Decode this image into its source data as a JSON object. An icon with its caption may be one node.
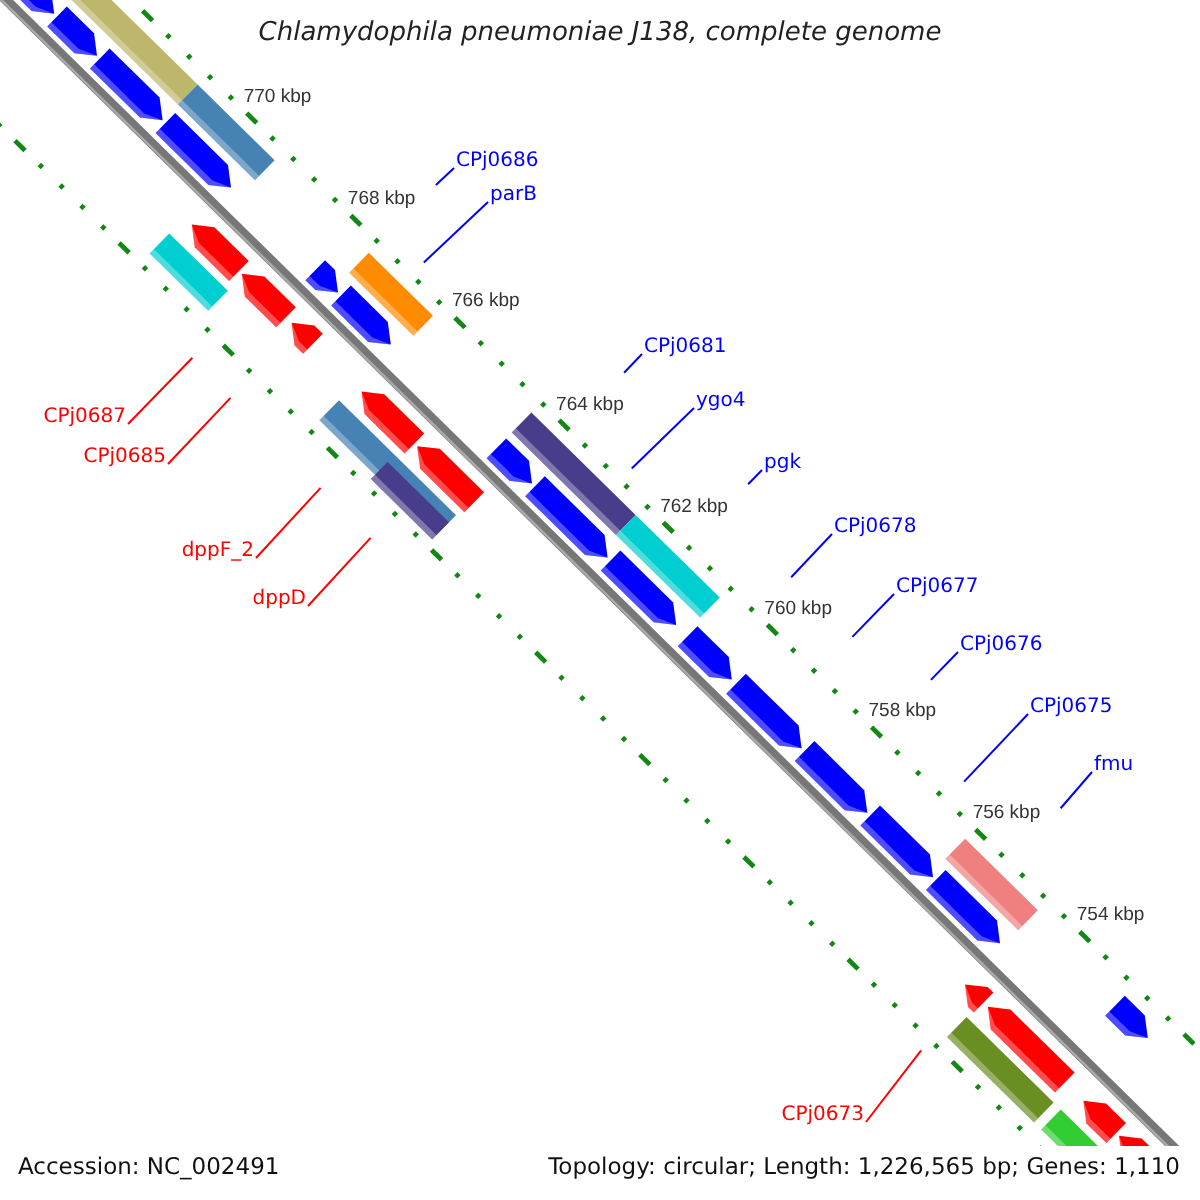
{
  "diagram": {
    "title": "Chlamydophila pneumoniae J138, complete genome",
    "nodes": [
      {
        "text": [
          "CPj0686"
        ]
      },
      {
        "text": [
          "parB"
        ]
      },
      {
        "text": [
          "CPj0681"
        ]
      },
      {
        "text": [
          "ygo4"
        ]
      },
      {
        "text": [
          "pgk"
        ]
      },
      {
        "text": [
          "CPj0678"
        ]
      },
      {
        "text": [
          "CPj0677"
        ]
      },
      {
        "text": [
          "CPj0676"
        ]
      },
      {
        "text": [
          "CPj0675"
        ]
      },
      {
        "text": [
          "fmu"
        ]
      },
      {
        "text": [
          "CPj0687"
        ]
      },
      {
        "text": [
          "CPj0685"
        ]
      },
      {
        "text": [
          "dppF_2"
        ]
      },
      {
        "text": [
          "dppD"
        ]
      },
      {
        "text": [
          "CPj0673"
        ]
      }
    ],
    "edges": [
      {
        "from": 0,
        "to": null,
        "arrow": "none"
      },
      {
        "from": 1,
        "to": null,
        "arrow": "none"
      },
      {
        "from": 2,
        "to": null,
        "arrow": "none"
      },
      {
        "from": 3,
        "to": null,
        "arrow": "none"
      },
      {
        "from": 4,
        "to": null,
        "arrow": "none"
      },
      {
        "from": 5,
        "to": null,
        "arrow": "none"
      },
      {
        "from": 6,
        "to": null,
        "arrow": "none"
      },
      {
        "from": 7,
        "to": null,
        "arrow": "none"
      },
      {
        "from": 8,
        "to": null,
        "arrow": "none"
      },
      {
        "from": 9,
        "to": null,
        "arrow": "none"
      },
      {
        "from": 10,
        "to": null,
        "arrow": "none",
        "color": "#ff0000"
      },
      {
        "from": 11,
        "to": null,
        "arrow": "none",
        "color": "#ff0000"
      },
      {
        "from": 12,
        "to": null,
        "arrow": "none",
        "color": "#ff0000"
      },
      {
        "from": 13,
        "to": null,
        "arrow": "none",
        "color": "#ff0000"
      },
      {
        "from": 14,
        "to": null,
        "arrow": "none",
        "color": "#ff0000"
      }
    ],
    "labels": [
      "770 kbp",
      "768 kbp",
      "766 kbp",
      "764 kbp",
      "762 kbp",
      "760 kbp",
      "758 kbp",
      "756 kbp",
      "754 kbp",
      "Accession: NC_002491",
      "Topology: circular; Length: 1,226,565 bp; Genes: 1,110"
    ]
  }
}
